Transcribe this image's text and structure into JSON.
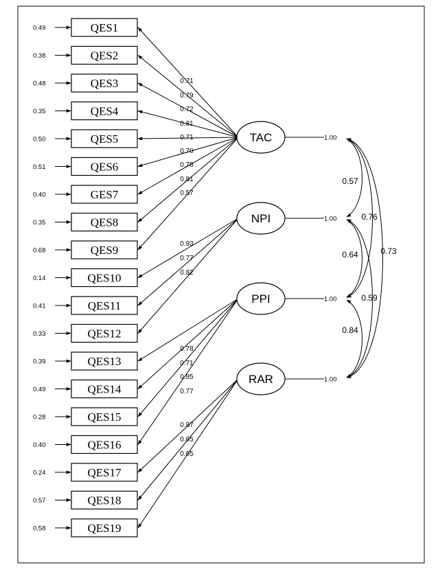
{
  "items": [
    {
      "name": "QES1",
      "error": "0.49",
      "factor": "TAC",
      "loading": "0.71"
    },
    {
      "name": "QES2",
      "error": "0.38",
      "factor": "TAC",
      "loading": "0.79"
    },
    {
      "name": "QES3",
      "error": "0.48",
      "factor": "TAC",
      "loading": "0.72"
    },
    {
      "name": "QES4",
      "error": "0.35",
      "factor": "TAC",
      "loading": "0.81"
    },
    {
      "name": "QES5",
      "error": "0.50",
      "factor": "TAC",
      "loading": "0.71"
    },
    {
      "name": "QES6",
      "error": "0.51",
      "factor": "TAC",
      "loading": "0.70"
    },
    {
      "name": "GES7",
      "error": "0.40",
      "factor": "TAC",
      "loading": "0.78"
    },
    {
      "name": "QES8",
      "error": "0.35",
      "factor": "TAC",
      "loading": "0.81"
    },
    {
      "name": "QES9",
      "error": "0.68",
      "factor": "TAC",
      "loading": "0.57"
    },
    {
      "name": "QES10",
      "error": "0.14",
      "factor": "NPI",
      "loading": "0.93"
    },
    {
      "name": "QES11",
      "error": "0.41",
      "factor": "NPI",
      "loading": "0.77"
    },
    {
      "name": "QES12",
      "error": "0.33",
      "factor": "NPI",
      "loading": "0.82"
    },
    {
      "name": "QES13",
      "error": "0.39",
      "factor": "PPI",
      "loading": "0.78"
    },
    {
      "name": "QES14",
      "error": "0.49",
      "factor": "PPI",
      "loading": "0.71"
    },
    {
      "name": "QES15",
      "error": "0.28",
      "factor": "PPI",
      "loading": "0.85"
    },
    {
      "name": "QES16",
      "error": "0.40",
      "factor": "PPI",
      "loading": "0.77"
    },
    {
      "name": "QES17",
      "error": "0.24",
      "factor": "RAR",
      "loading": "0.87"
    },
    {
      "name": "QES18",
      "error": "0.57",
      "factor": "RAR",
      "loading": "0.65"
    },
    {
      "name": "QES19",
      "error": "0.58",
      "factor": "RAR",
      "loading": "0.65"
    }
  ],
  "factors": [
    {
      "name": "TAC",
      "variance": "1.00"
    },
    {
      "name": "NPI",
      "variance": "1.00"
    },
    {
      "name": "PPI",
      "variance": "1.00"
    },
    {
      "name": "RAR",
      "variance": "1.00"
    }
  ],
  "correlations": [
    {
      "from": "TAC",
      "to": "NPI",
      "value": "0.57"
    },
    {
      "from": "TAC",
      "to": "PPI",
      "value": "0.76"
    },
    {
      "from": "TAC",
      "to": "RAR",
      "value": "0.73"
    },
    {
      "from": "NPI",
      "to": "PPI",
      "value": "0.64"
    },
    {
      "from": "NPI",
      "to": "RAR",
      "value": "0.59"
    },
    {
      "from": "PPI",
      "to": "RAR",
      "value": "0.84"
    }
  ]
}
